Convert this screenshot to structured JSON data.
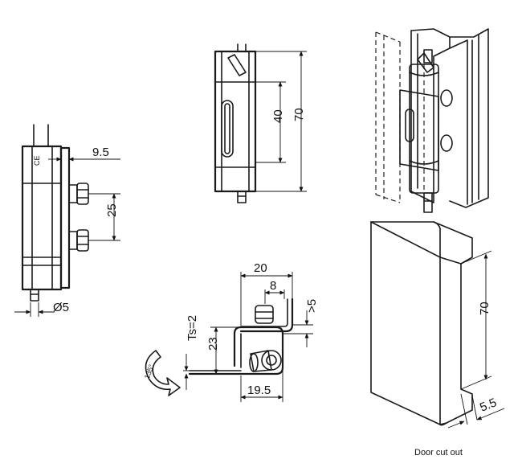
{
  "side_view": {
    "mark": "CE",
    "dim_offset": "9.5",
    "dim_spacing": "25",
    "dim_pin_diameter": "Ø5"
  },
  "front_view": {
    "dim_slot": "40",
    "dim_height": "70"
  },
  "top_view": {
    "dim_width": "20",
    "dim_flange": "8",
    "dim_gap": ">5",
    "dim_thickness": "Ts=2",
    "dim_depth": "23",
    "dim_base": "19.5",
    "rotation_angle": "135°"
  },
  "door_cutout": {
    "dim_height": "70",
    "dim_depth": "5.5",
    "caption": "Door cut out"
  }
}
